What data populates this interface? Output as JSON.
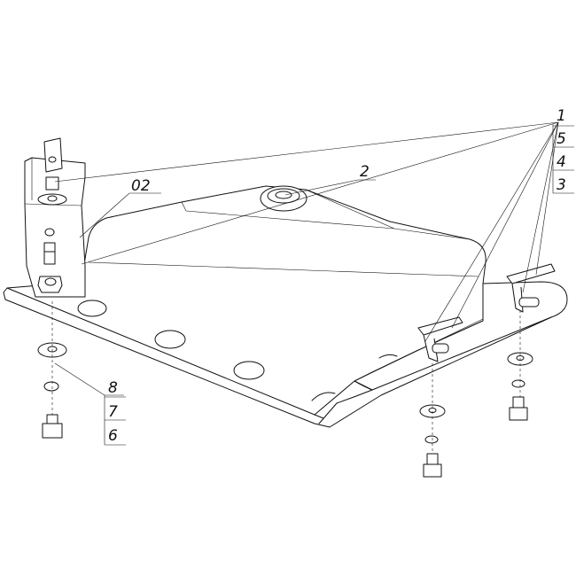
{
  "diagram": {
    "callouts": {
      "c1": "1",
      "c5": "5",
      "c4": "4",
      "c3": "3",
      "c2": "2",
      "c02": "02",
      "c8": "8",
      "c7": "7",
      "c6": "6"
    }
  }
}
